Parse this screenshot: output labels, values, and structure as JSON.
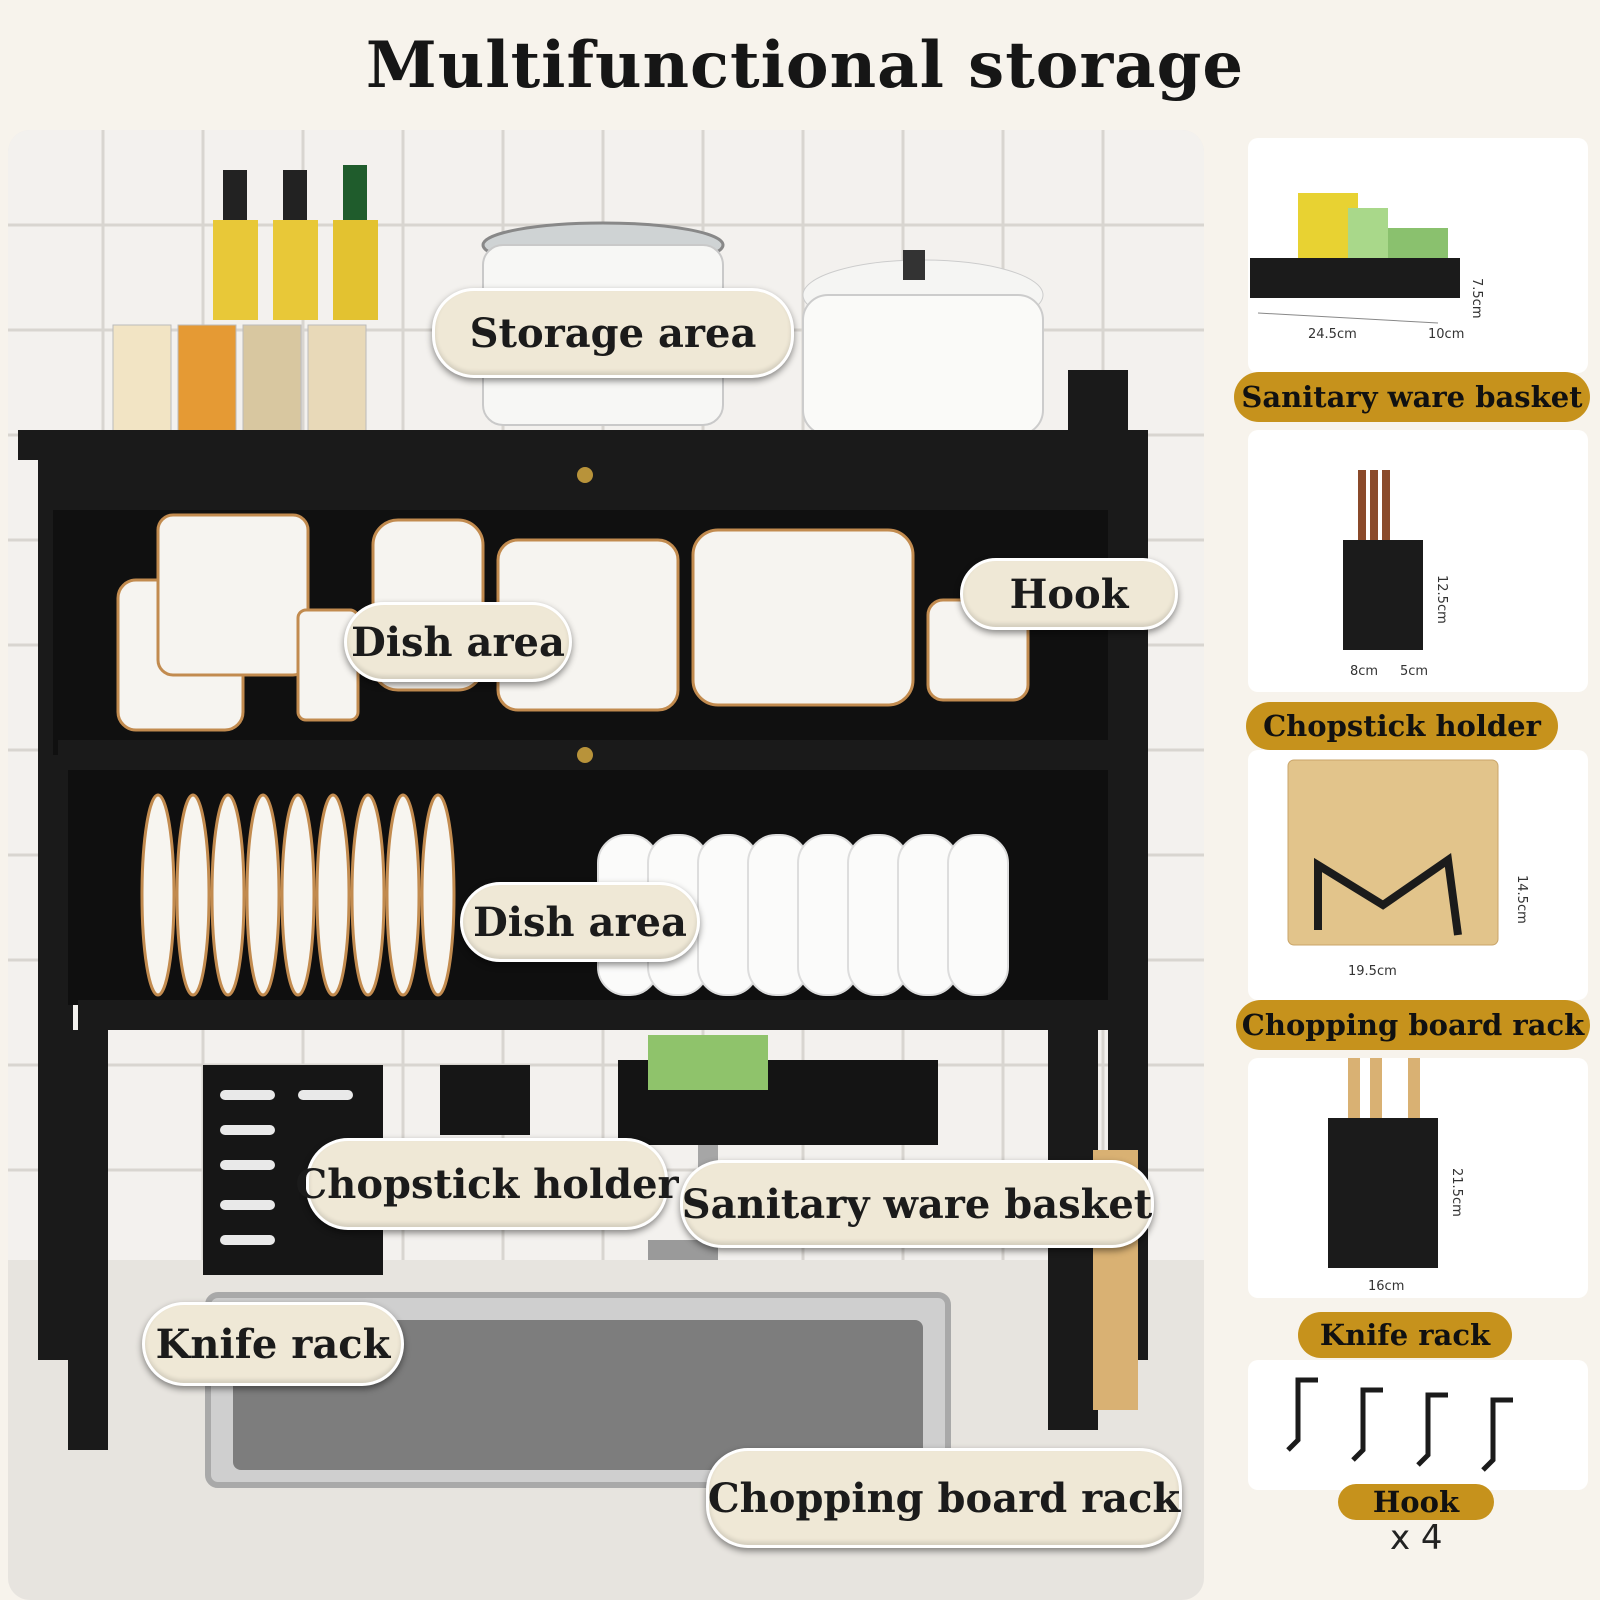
{
  "title": "Multifunctional  storage",
  "callouts": {
    "storage_area": "Storage area",
    "dish_area_top": "Dish area",
    "hook": "Hook",
    "dish_area_bottom": "Dish area",
    "chopstick_holder": "Chopstick holder",
    "sanitary_ware_basket": "Sanitary ware basket",
    "knife_rack": "Knife rack",
    "chopping_board_rack": "Chopping board rack"
  },
  "accessories": [
    {
      "label": "Sanitary ware basket",
      "dims": [
        "24.5cm",
        "10cm",
        "7.5cm"
      ]
    },
    {
      "label": "Chopstick holder",
      "dims": [
        "8cm",
        "5cm",
        "12.5cm"
      ]
    },
    {
      "label": "Chopping board rack",
      "dims": [
        "19.5cm",
        "14.5cm"
      ]
    },
    {
      "label": "Knife rack",
      "dims": [
        "16cm",
        "21.5cm"
      ]
    },
    {
      "label": "Hook",
      "quantity": "x 4"
    }
  ],
  "colors": {
    "accent_pill": "#c6921c",
    "callout_bg": "#efe8d6",
    "rack": "#1a1a1a"
  }
}
